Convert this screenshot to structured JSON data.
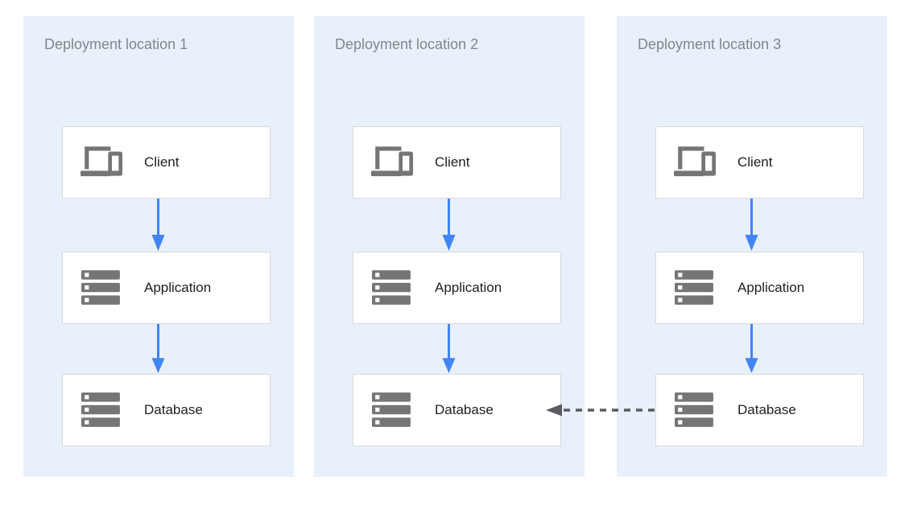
{
  "diagram": {
    "panels": [
      {
        "title": "Deployment location 1",
        "nodes": [
          {
            "label": "Client",
            "icon": "devices-icon"
          },
          {
            "label": "Application",
            "icon": "server-stack-icon"
          },
          {
            "label": "Database",
            "icon": "server-stack-icon"
          }
        ]
      },
      {
        "title": "Deployment location 2",
        "nodes": [
          {
            "label": "Client",
            "icon": "devices-icon"
          },
          {
            "label": "Application",
            "icon": "server-stack-icon"
          },
          {
            "label": "Database",
            "icon": "server-stack-icon"
          }
        ]
      },
      {
        "title": "Deployment location 3",
        "nodes": [
          {
            "label": "Client",
            "icon": "devices-icon"
          },
          {
            "label": "Application",
            "icon": "server-stack-icon"
          },
          {
            "label": "Database",
            "icon": "server-stack-icon"
          }
        ]
      }
    ],
    "connections": [
      {
        "panel": "Deployment location 1",
        "from": "Client",
        "to": "Application",
        "style": "solid",
        "color": "blue",
        "direction": "down"
      },
      {
        "panel": "Deployment location 1",
        "from": "Application",
        "to": "Database",
        "style": "solid",
        "color": "blue",
        "direction": "down"
      },
      {
        "panel": "Deployment location 2",
        "from": "Client",
        "to": "Application",
        "style": "solid",
        "color": "blue",
        "direction": "down"
      },
      {
        "panel": "Deployment location 2",
        "from": "Application",
        "to": "Database",
        "style": "solid",
        "color": "blue",
        "direction": "down"
      },
      {
        "panel": "Deployment location 3",
        "from": "Client",
        "to": "Application",
        "style": "solid",
        "color": "blue",
        "direction": "down"
      },
      {
        "panel": "Deployment location 3",
        "from": "Application",
        "to": "Database",
        "style": "solid",
        "color": "blue",
        "direction": "down"
      },
      {
        "from": "Database (Deployment location 3)",
        "to": "Database (Deployment location 2)",
        "style": "dashed",
        "color": "gray",
        "direction": "right-to-left"
      }
    ]
  },
  "colors": {
    "panel-bg": "#E8F0FB",
    "node-bg": "#FFFFFF",
    "node-border": "#D9D9D9",
    "icon-gray": "#757575",
    "title-gray": "#80868B",
    "label-text": "#212121",
    "arrow-blue": "#4285F4",
    "arrow-gray": "#595B5E"
  }
}
